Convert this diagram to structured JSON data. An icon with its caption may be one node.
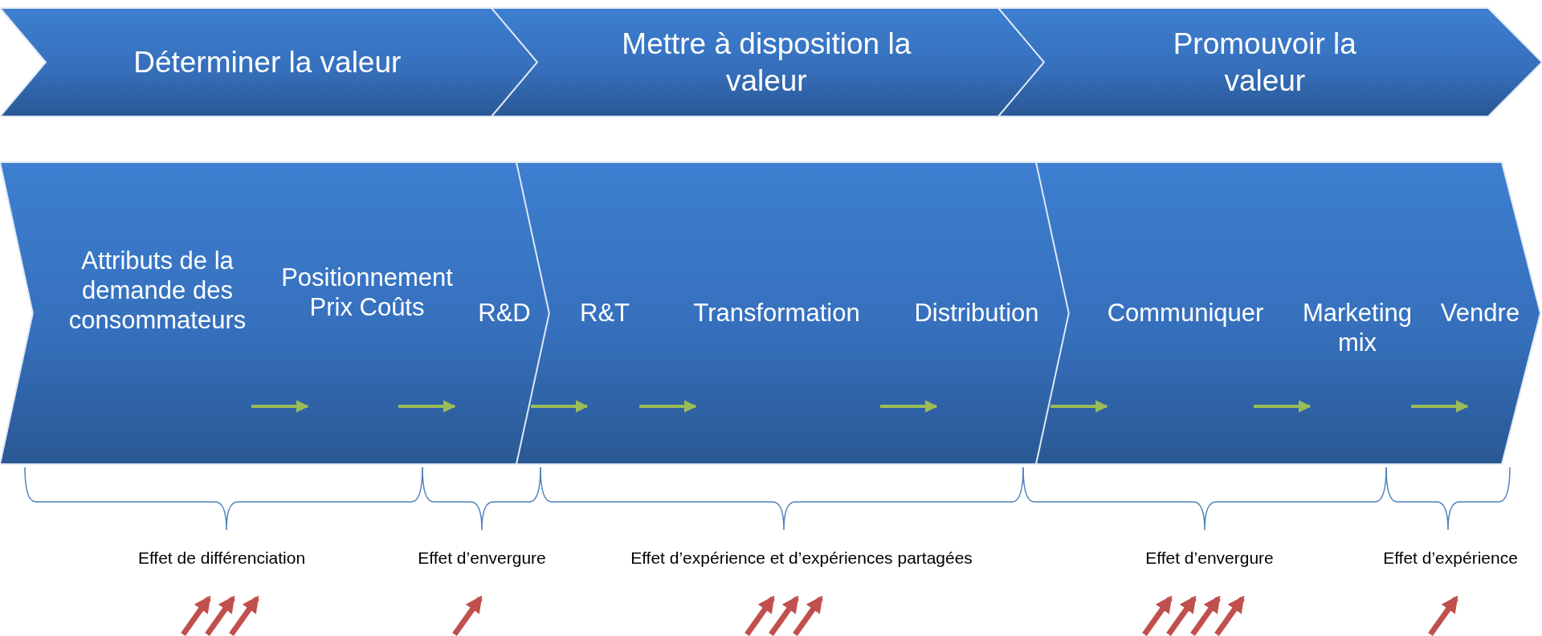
{
  "diagram": {
    "nodes": [
      {
        "text": [
          "Déterminer la valeur"
        ]
      },
      {
        "text": [
          "Mettre à disposition la valeur"
        ]
      },
      {
        "text": [
          "Promouvoir la valeur"
        ]
      },
      {
        "text": [],
        "shape": "chevron"
      },
      {
        "text": [
          "Attributs de la demande des consommateurs"
        ],
        "in": 3
      },
      {
        "text": [
          "Positionnement Prix Coûts"
        ],
        "in": 3
      },
      {
        "text": [
          "R&D"
        ],
        "in": 3
      },
      {
        "text": [],
        "shape": "chevron"
      },
      {
        "text": [
          "R&T"
        ],
        "in": 7
      },
      {
        "text": [
          "Transformation"
        ],
        "in": 7
      },
      {
        "text": [
          "Distribution"
        ],
        "in": 7
      },
      {
        "text": [],
        "shape": "chevron"
      },
      {
        "text": [
          "Communiquer"
        ],
        "in": 11
      },
      {
        "text": [
          "Marketing mix"
        ],
        "in": 11
      },
      {
        "text": [
          "Vendre"
        ],
        "in": 11
      }
    ],
    "labels": [
      "Effet de différenciation",
      "Effet d’envergure",
      "Effet d’expérience et d’expériences partagées",
      "Effet d’envergure",
      "Effet d’expérience"
    ]
  }
}
